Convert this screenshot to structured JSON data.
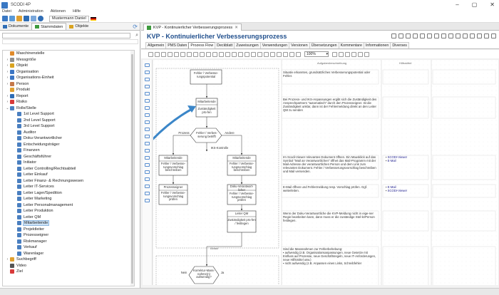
{
  "window": {
    "title": "SCODI 4P"
  },
  "menu": [
    "Datei",
    "Administration",
    "Aktionen",
    "Hilfe"
  ],
  "toolbar": {
    "user": "Mustermann Daniel"
  },
  "left_tabs": [
    {
      "label": "Dokumente",
      "color": "#2f6db5"
    },
    {
      "label": "Stammdaten",
      "color": "#3d9a3d"
    },
    {
      "label": "Objekte",
      "color": "#d9a320"
    }
  ],
  "tree": [
    {
      "label": "Maschinenstelle",
      "arrow": "",
      "icon": "#e08a2a",
      "indent": 0
    },
    {
      "label": "Messgröße",
      "arrow": "›",
      "icon": "#8f8f8f",
      "indent": 0
    },
    {
      "label": "Objekt",
      "arrow": "›",
      "icon": "#d9a320",
      "indent": 0
    },
    {
      "label": "Organisation",
      "arrow": "›",
      "icon": "#3c76c4",
      "indent": 0
    },
    {
      "label": "Organisations-Einheit",
      "arrow": "›",
      "icon": "#3c76c4",
      "indent": 0
    },
    {
      "label": "Person",
      "arrow": "›",
      "icon": "#c4784a",
      "indent": 0
    },
    {
      "label": "Produkt",
      "arrow": "",
      "icon": "#e0a030",
      "indent": 0
    },
    {
      "label": "Report",
      "arrow": "›",
      "icon": "#2f6db5",
      "indent": 0
    },
    {
      "label": "Risiko",
      "arrow": "›",
      "icon": "#d83a3a",
      "indent": 0
    },
    {
      "label": "Rolle/Stelle",
      "arrow": "⌄",
      "icon": "#4a7fc0",
      "indent": 0
    },
    {
      "label": "1st Level Support",
      "arrow": "",
      "icon": "#4a7fc0",
      "indent": 1
    },
    {
      "label": "2nd Level Support",
      "arrow": "",
      "icon": "#4a7fc0",
      "indent": 1
    },
    {
      "label": "3rd Level Support",
      "arrow": "",
      "icon": "#4a7fc0",
      "indent": 1
    },
    {
      "label": "Auditor",
      "arrow": "",
      "icon": "#4a7fc0",
      "indent": 1
    },
    {
      "label": "Doku-Verantwortlicher",
      "arrow": "",
      "icon": "#4a7fc0",
      "indent": 1
    },
    {
      "label": "Entscheidungsträger",
      "arrow": "",
      "icon": "#4a7fc0",
      "indent": 1
    },
    {
      "label": "Finanzen",
      "arrow": "",
      "icon": "#4a7fc0",
      "indent": 1
    },
    {
      "label": "Geschäftsführer",
      "arrow": "",
      "icon": "#4a7fc0",
      "indent": 1
    },
    {
      "label": "Initiator",
      "arrow": "",
      "icon": "#4a7fc0",
      "indent": 1
    },
    {
      "label": "Leiter Controlling/Rechtsabteil",
      "arrow": "",
      "icon": "#4a7fc0",
      "indent": 1
    },
    {
      "label": "Leiter Einkauf",
      "arrow": "",
      "icon": "#4a7fc0",
      "indent": 1
    },
    {
      "label": "Leiter Finanz- & Rechnungswesen",
      "arrow": "",
      "icon": "#4a7fc0",
      "indent": 1
    },
    {
      "label": "Leiter IT-Services",
      "arrow": "",
      "icon": "#4a7fc0",
      "indent": 1
    },
    {
      "label": "Leiter Lager/Spedition",
      "arrow": "",
      "icon": "#4a7fc0",
      "indent": 1
    },
    {
      "label": "Leiter Marketing",
      "arrow": "",
      "icon": "#4a7fc0",
      "indent": 1
    },
    {
      "label": "Leiter Personalmanagement",
      "arrow": "",
      "icon": "#4a7fc0",
      "indent": 1
    },
    {
      "label": "Leiter Produktion",
      "arrow": "",
      "icon": "#4a7fc0",
      "indent": 1
    },
    {
      "label": "Leiter QM",
      "arrow": "",
      "icon": "#4a7fc0",
      "indent": 1
    },
    {
      "label": "Mitarbeitende",
      "arrow": "",
      "icon": "#4a7fc0",
      "indent": 1,
      "selected": true
    },
    {
      "label": "Projektleiter",
      "arrow": "",
      "icon": "#4a7fc0",
      "indent": 1
    },
    {
      "label": "Prozesseigner",
      "arrow": "",
      "icon": "#4a7fc0",
      "indent": 1
    },
    {
      "label": "Riskmanager",
      "arrow": "",
      "icon": "#4a7fc0",
      "indent": 1
    },
    {
      "label": "Verkauf",
      "arrow": "",
      "icon": "#4a7fc0",
      "indent": 1
    },
    {
      "label": "Warenlager",
      "arrow": "",
      "icon": "#4a7fc0",
      "indent": 1
    },
    {
      "label": "Suchbegriff",
      "arrow": "›",
      "icon": "#e0a030",
      "indent": 0
    },
    {
      "label": "Video",
      "arrow": "",
      "icon": "#555555",
      "indent": 0
    },
    {
      "label": "Ziel",
      "arrow": "",
      "icon": "#d83a3a",
      "indent": 0
    }
  ],
  "doc": {
    "tab_label": "KVP - Kontinuierlicher Verbesserungsprozess",
    "title": "KVP - Kontinuierlicher Verbesserungsprozess",
    "subtabs": [
      "Allgemein",
      "PMS Daten",
      "Prozess Flow",
      "Deckblatt",
      "Zuweisungen",
      "Verwendungen",
      "Versionen",
      "Übersetzungen",
      "Kommentare",
      "Informationen",
      "Diverses"
    ],
    "active_subtab": "Prozess Flow",
    "zoom": "100%"
  },
  "flow": {
    "lane_ablauf": "Ablauf",
    "lane_desc": "Aufgabenbeschreibung",
    "lane_links": "Hilfsmittel",
    "shapes": {
      "s1": "Fehler / Verbesse-rungspotential",
      "s2a": "Mitarbeitende",
      "s2b": "Zuständigkeit prü-fen",
      "d1": "Fehler / Verbes-serung betrifft",
      "d1_left": "Prozess",
      "d1_right": "Andere",
      "d1_bottom": "IKS-Kontrolle",
      "s3a": "Mitarbeitende",
      "s3b": "Fehler / Verbesse-rungsvorschlag beschreiben",
      "s4a": "Mitarbeitende",
      "s4b": "Fehler / Verbesse-rungsvorschlag beschreiben",
      "s5a": "Prozesseigner",
      "s5b": "Fehler / Verbesse-rungsvorschlag prüfen",
      "s6a": "Doku-Verantwort-licher",
      "s6b": "Fehler / Verbesse-rungsvorschlag prüfen",
      "s7a": "Leiter QM",
      "s7b": "Zuständigkeit prü-fen / festlegen",
      "d2": "Korrektur-Mass-nahme(n) aufwendig?",
      "d2_left": "Nein",
      "d2_right": "Ja"
    },
    "desc": [
      "Situativ erkanntes, grundsätzliches Verbesserungspotential oder Fehler.",
      "Bei Prozess- und IKS-Anpassungen ergibt sich die Zuständigkeit des Ansprechpartners \"automatisch\" durch den Prozesseigner. Ist die Zuständigkeit unklar, dann ist der Fehlermeldung direkt an den Leiter QM zu senden",
      "Im Scodi-Viewer relevantes Dokument öffnen. Ein Mausklick auf das Symbol \"Mail an Verantwortlichen\" öffnet das Mail-Programm mit der Mail-Adresse der verantwortlichen Person und dem Link zum relevanten Dokument. Fehler / Verbesserungsvorschlag beschreiben und Mail versenden.",
      "E-Mail öffnen und Fehlermeldung resp. Vorschlag prüfen. Ggf. weiterleiten.",
      "Wenn der Doku-Verantwortliche die KVP-Meldung nicht in eige-ner Regie bearbeiten kann, dann muss er die zuständige Stel-le/Person festlegen.",
      "Sind die Massnahmen zur Fehlerbehebung:"
    ],
    "bullets": [
      "aufwendig (z.B. Organisationsanpassungen, neue Gesetze mit Einfluss auf Prozesse, neue Geschäftsregeln, neue IT-Anforderungen, neue Hilfsmittel usw.)",
      "nicht aufwendig (z.B. Anpassen eines Links, Schreibfehler"
    ],
    "links_a": [
      "SCODI-Viewer",
      "E-Mail"
    ],
    "links_b": [
      "E-Mail",
      "SCODI-Viewer"
    ]
  }
}
